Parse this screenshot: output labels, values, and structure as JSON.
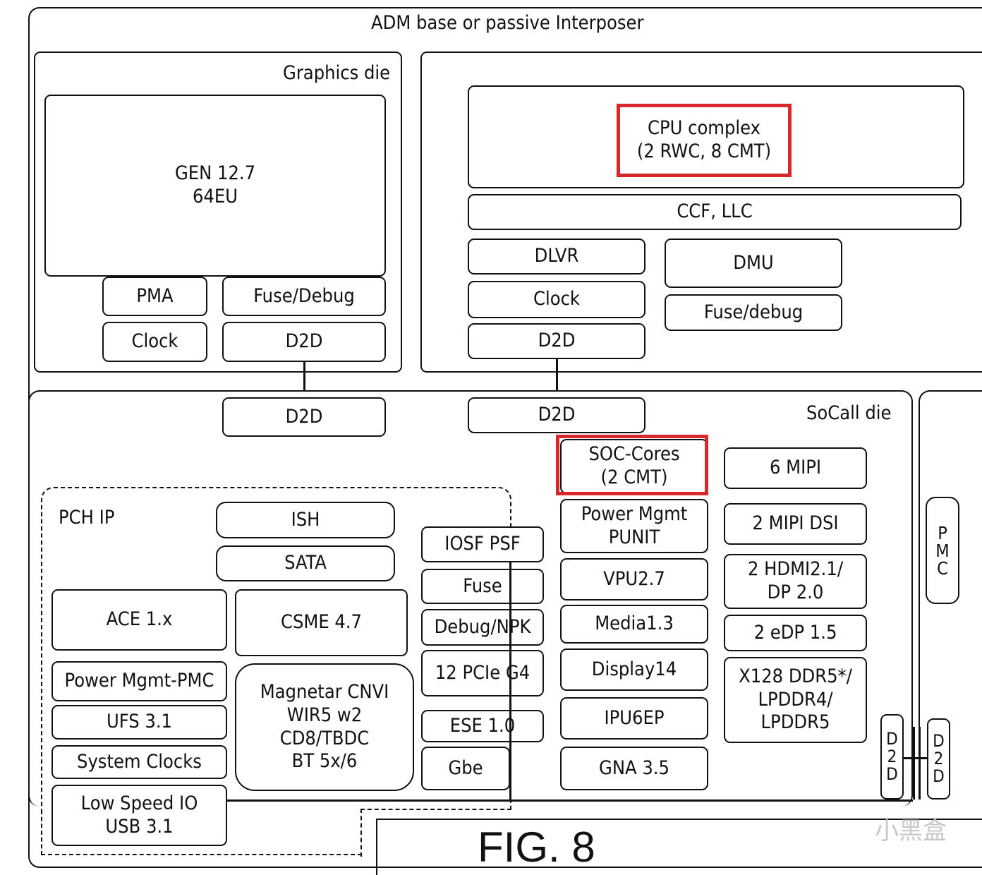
{
  "interposer": "ADM base or passive Interposer",
  "graphics_die": {
    "title": "Graphics die",
    "gen": "GEN 12.7\n64EU",
    "pma": "PMA",
    "fuse": "Fuse/Debug",
    "clock": "Clock",
    "d2d": "D2D"
  },
  "cpu_die": {
    "cpu_complex": "CPU complex\n(2 RWC, 8 CMT)",
    "ccf": "CCF, LLC",
    "dlvr": "DLVR",
    "clock": "Clock",
    "d2d": "D2D",
    "dmu": "DMU",
    "fuse": "Fuse/debug"
  },
  "soc_die": {
    "title": "SoCall die",
    "d2d_left": "D2D",
    "d2d_right": "D2D",
    "pch_ip": "PCH IP",
    "ish": "ISH",
    "sata": "SATA",
    "ace": "ACE 1.x",
    "csme": "CSME 4.7",
    "power_pmc": "Power Mgmt-PMC",
    "magnetar": "Magnetar CNVI\nWIR5 w2\nCD8/TBDC\nBT 5x/6",
    "ufs": "UFS 3.1",
    "system_clocks": "System Clocks",
    "low_speed": "Low Speed IO\nUSB 3.1",
    "iosf": "IOSF PSF",
    "fuse": "Fuse",
    "debug": "Debug/NPK",
    "pcie": "12 PCIe G4",
    "ese": "ESE 1.0",
    "gbe": "Gbe",
    "soc_cores": "SOC-Cores\n(2 CMT)",
    "power_punit": "Power Mgmt\nPUNIT",
    "vpu": "VPU2.7",
    "media": "Media1.3",
    "display": "Display14",
    "ipu": "IPU6EP",
    "gna": "GNA 3.5",
    "mipi": "6 MIPI",
    "mipi_dsi": "2 MIPI DSI",
    "hdmi": "2 HDMI2.1/\nDP 2.0",
    "edp": "2 eDP 1.5",
    "ddr": "X128 DDR5*/\nLPDDR4/\nLPDDR5",
    "d2d_vertical_1": "D\n2\nD",
    "d2d_vertical_2": "D\n2\nD",
    "pmc": "P\nM\nC"
  },
  "figure_label": "FIG. 8",
  "watermark": "小黑盒",
  "highlight_color": "#d9262b"
}
